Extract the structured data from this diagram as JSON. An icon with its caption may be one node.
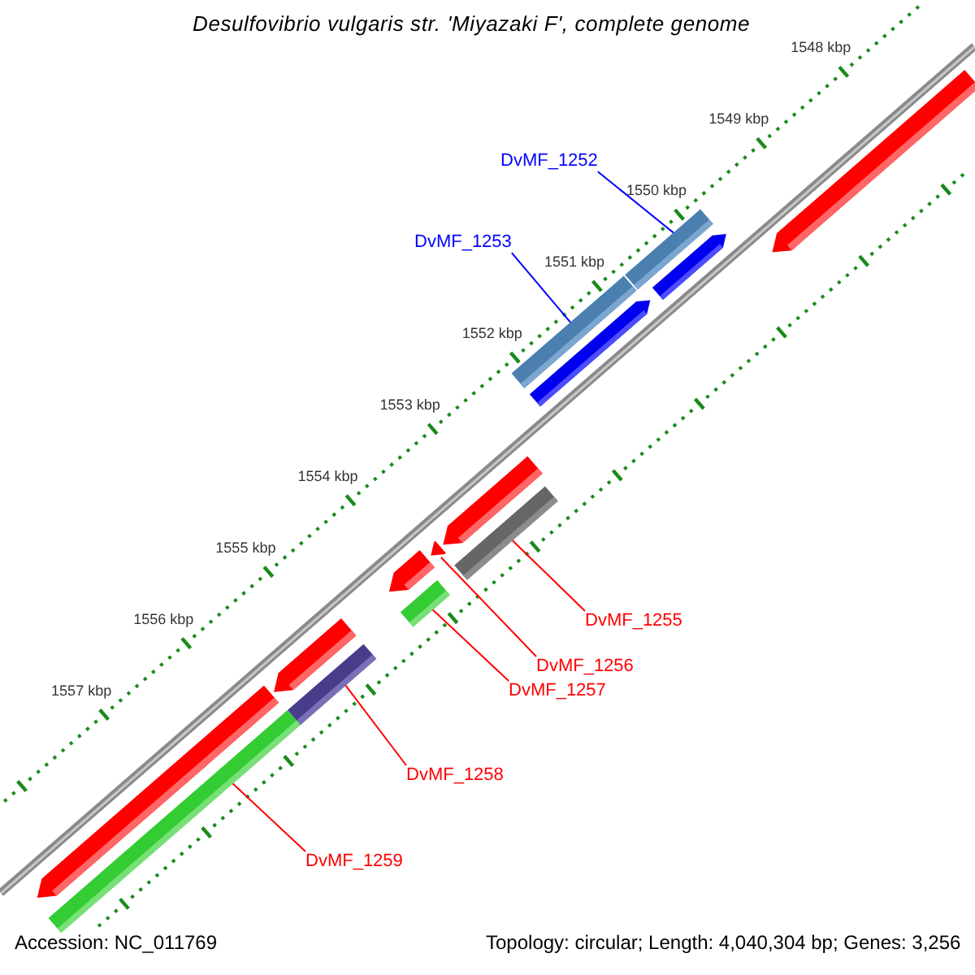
{
  "diagram": {
    "title": "Desulfovibrio vulgaris str. 'Miyazaki F', complete genome",
    "nodes": [
      {
        "text": [
          "DvMF_1252"
        ]
      },
      {
        "text": [
          "DvMF_1253"
        ]
      },
      {
        "text": [
          "DvMF_1255"
        ]
      },
      {
        "text": [
          "DvMF_1256"
        ]
      },
      {
        "text": [
          "DvMF_1257"
        ]
      },
      {
        "text": [
          "DvMF_1258"
        ]
      },
      {
        "text": [
          "DvMF_1259"
        ]
      },
      {
        "text": [],
        "shape": "bar"
      },
      {
        "text": [],
        "shape": "bar"
      },
      {
        "text": [],
        "shape": "bar"
      },
      {
        "text": [],
        "shape": "bar"
      },
      {
        "text": [],
        "shape": "bar"
      },
      {
        "text": [],
        "shape": "bar"
      },
      {
        "text": [],
        "shape": "bar"
      },
      {
        "text": [],
        "shape": "bar"
      },
      {
        "text": [],
        "shape": "bar"
      },
      {
        "text": [],
        "shape": "bar"
      },
      {
        "text": [],
        "shape": "bar"
      },
      {
        "text": [],
        "shape": "bar"
      },
      {
        "text": [],
        "shape": "bar"
      },
      {
        "text": [],
        "shape": "bar"
      }
    ],
    "edges": [
      {
        "from": 0,
        "to": 8,
        "arrow": "none",
        "color": "#0000ff"
      },
      {
        "from": 1,
        "to": 9,
        "arrow": "none",
        "color": "#0000ff"
      },
      {
        "from": 2,
        "to": 14,
        "arrow": "none"
      },
      {
        "from": 3,
        "to": 13,
        "arrow": "none"
      },
      {
        "from": 4,
        "to": 16,
        "arrow": "none"
      },
      {
        "from": 5,
        "to": 18,
        "arrow": "none"
      },
      {
        "from": 6,
        "to": 20,
        "arrow": "none"
      }
    ],
    "labels": [
      "1548 kbp",
      "1549 kbp",
      "1550 kbp",
      "1551 kbp",
      "1552 kbp",
      "1553 kbp",
      "1554 kbp",
      "1555 kbp",
      "1556 kbp",
      "1557 kbp",
      "Accession: NC_011769",
      "Topology: circular; Length: 4,040,304 bp; Genes: 3,256"
    ]
  }
}
